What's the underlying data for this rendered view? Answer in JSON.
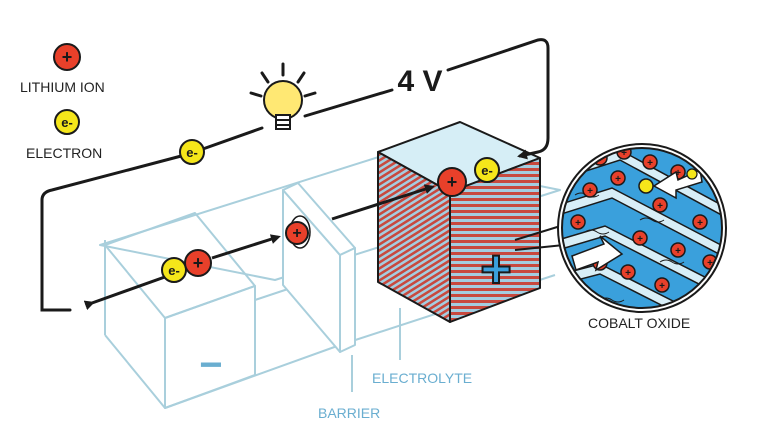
{
  "legend": {
    "lithium_ion": {
      "symbol": "+",
      "label": "LITHIUM ION"
    },
    "electron": {
      "symbol": "e-",
      "label": "ELECTRON"
    }
  },
  "voltage_label": "4 V",
  "callouts": {
    "cobalt_oxide": "COBALT OXIDE",
    "electrolyte": "ELECTROLYTE",
    "barrier": "BARRIER"
  },
  "electrode_signs": {
    "anode": "−",
    "cathode": "+"
  },
  "particle_labels": {
    "ion": "+",
    "electron": "e-"
  },
  "colors": {
    "lithium_ion": "#e8402a",
    "electron": "#f5e61a",
    "glass_outline": "#a9cfdc",
    "wire": "#1a1a1a",
    "cathode_top": "#d6eef6",
    "cathode_stripe_red": "#c8493e",
    "cathode_stripe_blue": "#a4cde0",
    "zoom_blue": "#3aa0dc",
    "bulb_yellow": "#ffe873",
    "label_blue": "#6aaed0",
    "label_dark": "#222222"
  }
}
